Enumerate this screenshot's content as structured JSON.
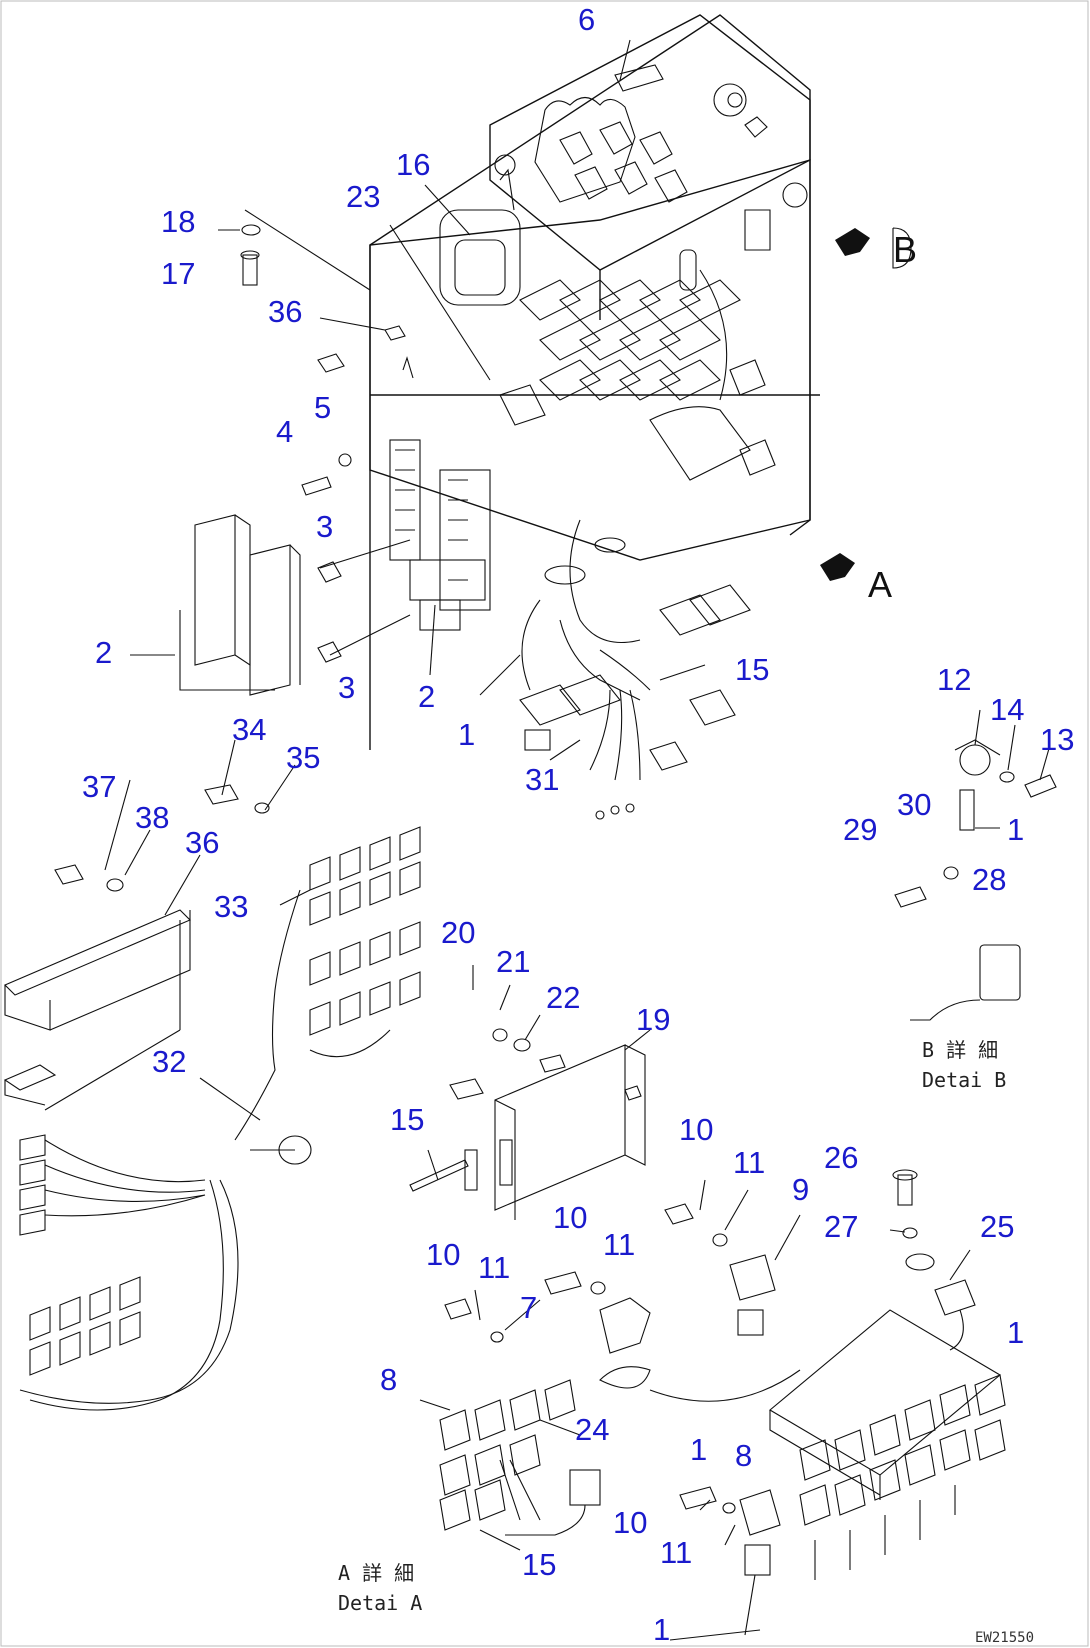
{
  "callouts": [
    {
      "id": "c1",
      "text": "6"
    },
    {
      "id": "c2",
      "text": "16"
    },
    {
      "id": "c3",
      "text": "23"
    },
    {
      "id": "c4",
      "text": "18"
    },
    {
      "id": "c5",
      "text": "17"
    },
    {
      "id": "c6",
      "text": "36"
    },
    {
      "id": "c7",
      "text": "5"
    },
    {
      "id": "c8",
      "text": "4"
    },
    {
      "id": "c9",
      "text": "3"
    },
    {
      "id": "c10",
      "text": "3"
    },
    {
      "id": "c11",
      "text": "2"
    },
    {
      "id": "c12",
      "text": "2"
    },
    {
      "id": "c13",
      "text": "1"
    },
    {
      "id": "c14",
      "text": "15"
    },
    {
      "id": "c15",
      "text": "31"
    },
    {
      "id": "c16",
      "text": "12"
    },
    {
      "id": "c17",
      "text": "14"
    },
    {
      "id": "c18",
      "text": "13"
    },
    {
      "id": "c19",
      "text": "1"
    },
    {
      "id": "c20",
      "text": "30"
    },
    {
      "id": "c21",
      "text": "29"
    },
    {
      "id": "c22",
      "text": "28"
    },
    {
      "id": "c23",
      "text": "34"
    },
    {
      "id": "c24",
      "text": "35"
    },
    {
      "id": "c25",
      "text": "37"
    },
    {
      "id": "c26",
      "text": "38"
    },
    {
      "id": "c27",
      "text": "36"
    },
    {
      "id": "c28",
      "text": "33"
    },
    {
      "id": "c29",
      "text": "20"
    },
    {
      "id": "c30",
      "text": "21"
    },
    {
      "id": "c31",
      "text": "22"
    },
    {
      "id": "c32",
      "text": "19"
    },
    {
      "id": "c33",
      "text": "32"
    },
    {
      "id": "c34",
      "text": "15"
    },
    {
      "id": "c35",
      "text": "10"
    },
    {
      "id": "c36",
      "text": "11"
    },
    {
      "id": "c37",
      "text": "26"
    },
    {
      "id": "c38",
      "text": "9"
    },
    {
      "id": "c39",
      "text": "27"
    },
    {
      "id": "c40",
      "text": "25"
    },
    {
      "id": "c41",
      "text": "10"
    },
    {
      "id": "c42",
      "text": "11"
    },
    {
      "id": "c43",
      "text": "10"
    },
    {
      "id": "c44",
      "text": "11"
    },
    {
      "id": "c45",
      "text": "7"
    },
    {
      "id": "c46",
      "text": "1"
    },
    {
      "id": "c47",
      "text": "8"
    },
    {
      "id": "c48",
      "text": "24"
    },
    {
      "id": "c49",
      "text": "1"
    },
    {
      "id": "c50",
      "text": "8"
    },
    {
      "id": "c51",
      "text": "10"
    },
    {
      "id": "c52",
      "text": "11"
    },
    {
      "id": "c53",
      "text": "15"
    },
    {
      "id": "c54",
      "text": "1"
    }
  ],
  "view_markers": {
    "b": "B",
    "a": "A"
  },
  "detail_b": {
    "line1": "B 詳 細",
    "line2": "Detai B"
  },
  "detail_a": {
    "line1": "A 詳 細",
    "line2": "Detai A"
  },
  "drawing_code": "EW21550",
  "colors": {
    "callout": "#1a1acc",
    "line": "#111111",
    "background": "#ffffff"
  }
}
